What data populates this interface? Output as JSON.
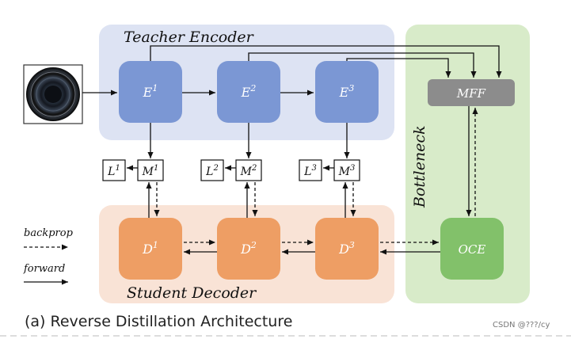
{
  "title": "Reverse Distillation Architecture",
  "caption": "(a) Reverse Distillation Architecture",
  "watermark": "CSDN @???/cy",
  "colors": {
    "teacher_bg": "#dde3f3",
    "encoder_block": "#7b97d4",
    "student_bg": "#f9e3d6",
    "decoder_block": "#ee9e64",
    "bottleneck_bg": "#d8ebc9",
    "oce_block": "#82c16a",
    "mff_block": "#8c8c8c"
  },
  "regions": {
    "teacher": "Teacher Encoder",
    "student": "Student Decoder",
    "bottleneck": "Bottleneck"
  },
  "encoders": [
    {
      "base": "E",
      "sup": "1"
    },
    {
      "base": "E",
      "sup": "2"
    },
    {
      "base": "E",
      "sup": "3"
    }
  ],
  "decoders": [
    {
      "base": "D",
      "sup": "1"
    },
    {
      "base": "D",
      "sup": "2"
    },
    {
      "base": "D",
      "sup": "3"
    }
  ],
  "maps": [
    {
      "base": "M",
      "sup": "1"
    },
    {
      "base": "M",
      "sup": "2"
    },
    {
      "base": "M",
      "sup": "3"
    }
  ],
  "losses": [
    {
      "base": "L",
      "sup": "1"
    },
    {
      "base": "L",
      "sup": "2"
    },
    {
      "base": "L",
      "sup": "3"
    }
  ],
  "mff": "MFF",
  "oce": "OCE",
  "legend": {
    "backprop": "backprop",
    "forward": "forward"
  }
}
